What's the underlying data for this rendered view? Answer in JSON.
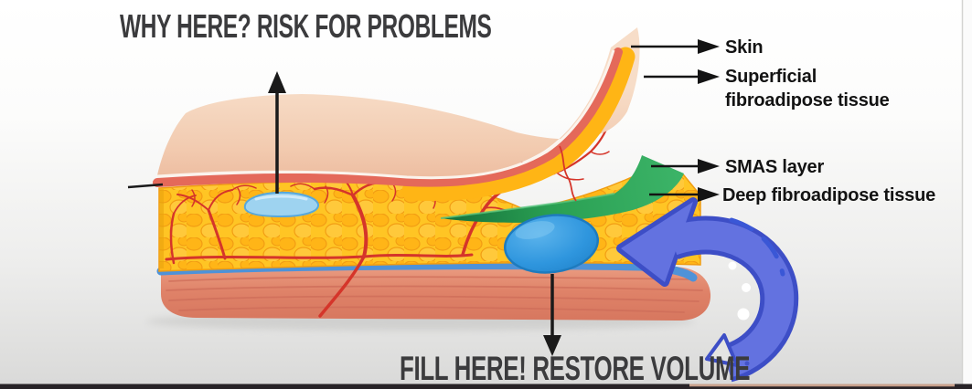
{
  "texts": {
    "title": "WHY HERE? RISK FOR PROBLEMS",
    "bottom_caption": "FILL HERE! RESTORE VOLUME"
  },
  "labels": {
    "skin": "Skin",
    "superficial": "Superficial fibroadipose tissue",
    "smas": "SMAS layer",
    "deep": "Deep fibroadipose tissue"
  },
  "colors": {
    "caption_text": "#3b3b3d",
    "label_text": "#131313",
    "skin_peach": "#f2cbb0",
    "dermis_red": "#e4695a",
    "fat_yellow": "#ffc21f",
    "smas_green": "#2e9e57",
    "periosteum_blue": "#4e92d8",
    "muscle_salmon": "#de8570",
    "vessel_red": "#d5352a",
    "filler_superficial": "#9ed3f0",
    "filler_deep": "#2f96de",
    "swoosh_arrow_fill": "#6372e0",
    "swoosh_arrow_outline": "#3d4ec6",
    "pointer_black": "#1a1a1a"
  }
}
